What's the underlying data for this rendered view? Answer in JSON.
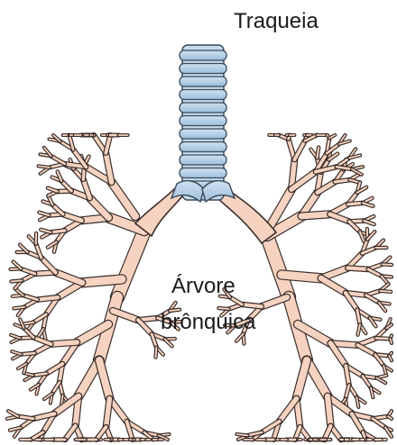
{
  "labels": {
    "trachea": "Traqueia",
    "bronchial_tree_line1": "Árvore",
    "bronchial_tree_line2": "brônquica"
  },
  "colors": {
    "airway_fill": "#f6d3c0",
    "airway_stroke": "#3a2e2b",
    "trachea_ring_fill": "#bcd3e8",
    "trachea_ring_stroke": "#3a4a5a",
    "label_text": "#1a1a1a"
  }
}
